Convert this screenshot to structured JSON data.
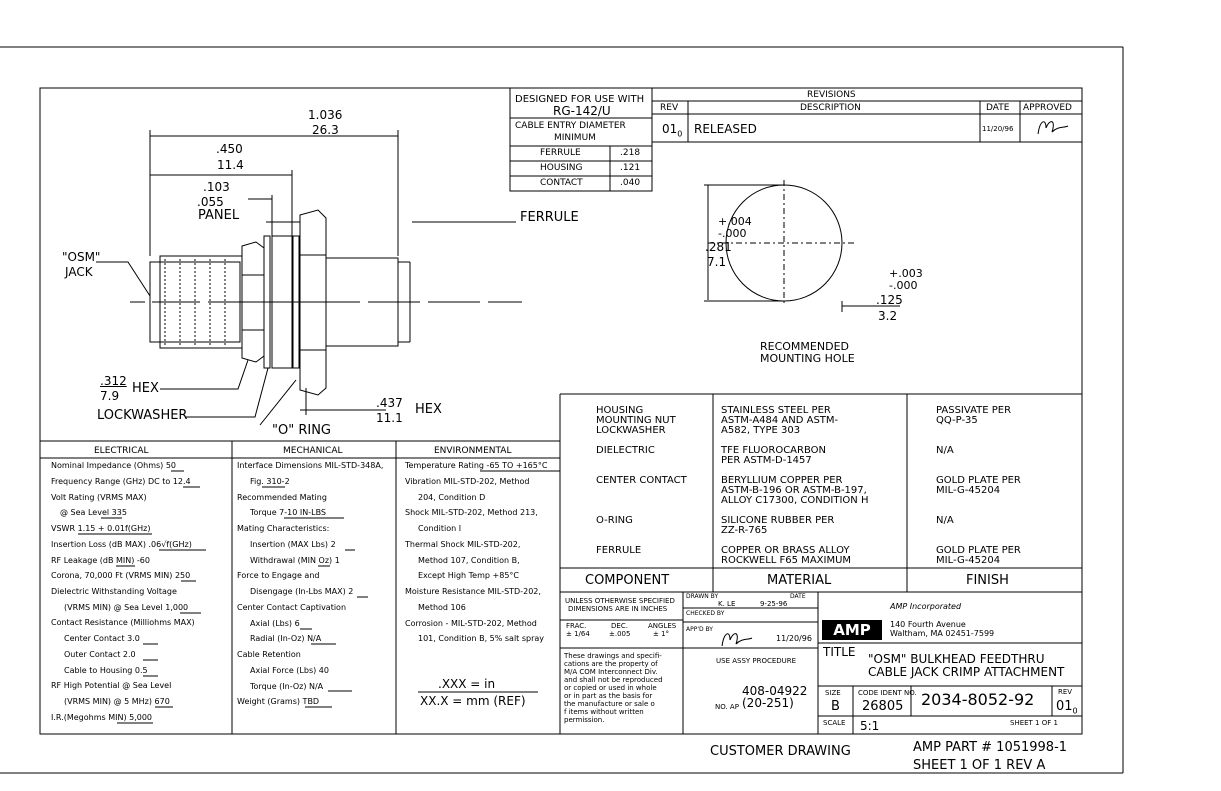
{
  "drawing": {
    "dim_overall": "1.036",
    "dim_overall_mm": "26.3",
    "dim_450": ".450",
    "dim_450_mm": "11.4",
    "dim_103": ".103",
    "dim_055": ".055",
    "panel": "PANEL",
    "ferrule": "FERRULE",
    "osm_jack_1": "\"OSM\"",
    "osm_jack_2": "JACK",
    "hex312": ".312",
    "hex312_mm": "7.9",
    "hex_label": "HEX",
    "lockwasher": "LOCKWASHER",
    "hex437": ".437",
    "hex437_mm": "11.1",
    "hex_label2": "HEX",
    "o_ring": "\"O\" RING"
  },
  "cable_table": {
    "designed_1": "DESIGNED FOR USE WITH",
    "designed_2": "RG-142/U",
    "entry_1": "CABLE ENTRY DIAMETER",
    "entry_2": "MINIMUM",
    "rows": [
      {
        "name": "FERRULE",
        "value": ".218"
      },
      {
        "name": "HOUSING",
        "value": ".121"
      },
      {
        "name": "CONTACT",
        "value": ".040"
      }
    ]
  },
  "revisions": {
    "title": "REVISIONS",
    "h_rev": "REV",
    "h_desc": "DESCRIPTION",
    "h_date": "DATE",
    "h_approved": "APPROVED",
    "rev": "01",
    "rev_sub": "0",
    "desc": "RELEASED",
    "date": "11/20/96"
  },
  "mounting_hole": {
    "tol_plus": "+.004",
    "tol_minus": "-.000",
    "dia": ".281",
    "dia_mm": "7.1",
    "tol2_plus": "+.003",
    "tol2_minus": "-.000",
    "web": ".125",
    "web_mm": "3.2",
    "label_1": "RECOMMENDED",
    "label_2": "MOUNTING HOLE"
  },
  "materials": {
    "rows": [
      {
        "component": [
          "HOUSING",
          "MOUNTING NUT",
          "LOCKWASHER"
        ],
        "material": [
          "STAINLESS STEEL PER",
          "ASTM-A484 AND ASTM-",
          "A582, TYPE 303"
        ],
        "finish": [
          "PASSIVATE PER",
          "QQ-P-35"
        ]
      },
      {
        "component": [
          "DIELECTRIC"
        ],
        "material": [
          "TFE FLUOROCARBON",
          "PER ASTM-D-1457"
        ],
        "finish": [
          "N/A"
        ]
      },
      {
        "component": [
          "CENTER CONTACT"
        ],
        "material": [
          "BERYLLIUM COPPER PER",
          "ASTM-B-196 OR ASTM-B-197,",
          "ALLOY C17300, CONDITION H"
        ],
        "finish": [
          "GOLD PLATE PER",
          "MIL-G-45204"
        ]
      },
      {
        "component": [
          "O-RING"
        ],
        "material": [
          "SILICONE RUBBER PER",
          "ZZ-R-765"
        ],
        "finish": [
          "N/A"
        ]
      },
      {
        "component": [
          "FERRULE"
        ],
        "material": [
          "COPPER OR BRASS ALLOY",
          "ROCKWELL F65 MAXIMUM"
        ],
        "finish": [
          "GOLD PLATE PER",
          "MIL-G-45204"
        ]
      }
    ],
    "h_component": "COMPONENT",
    "h_material": "MATERIAL",
    "h_finish": "FINISH"
  },
  "electrical": {
    "title": "ELECTRICAL",
    "lines": [
      "Nominal Impedance (Ohms)   50",
      "Frequency Range (GHz) DC to 12.4",
      "Volt Rating (VRMS MAX)",
      "@ Sea Level   335",
      "VSWR   1.15 + 0.01f(GHz)",
      "Insertion Loss (dB MAX) .06√f(GHz)",
      "RF Leakage (dB MIN)   -60",
      "Corona, 70,000 Ft (VRMS MIN) 250",
      "Dielectric Withstanding Voltage",
      "(VRMS MIN) @ Sea Level   1,000",
      "Contact Resistance (Milliohms MAX)",
      "Center Contact    3.0",
      "Outer Contact    2.0",
      "Cable to Housing   0.5",
      "RF High Potential @ Sea Level",
      "(VRMS MIN) @ 5 MHz)   670",
      "I.R.(Megohms MIN)   5,000"
    ]
  },
  "mechanical": {
    "title": "MECHANICAL",
    "lines": [
      "Interface Dimensions MIL-STD-348A,",
      "Fig.   310-2",
      "Recommended Mating",
      "Torque   7-10 IN-LBS",
      "Mating Characteristics:",
      "Insertion (MAX Lbs)   2",
      "Withdrawal (MIN Oz)   1",
      "Force to Engage and",
      "Disengage (In-Lbs MAX)   2",
      "Center Contact Captivation",
      "Axial (Lbs)   6",
      "Radial (In-Oz)   N/A",
      "Cable Retention",
      "Axial Force (Lbs) 40",
      "Torque (In-Oz)   N/A",
      "Weight (Grams)   TBD"
    ]
  },
  "environmental": {
    "title": "ENVIRONMENTAL",
    "lines": [
      "Temperature Rating -65 TO +165°C",
      "Vibration MIL-STD-202, Method",
      "204, Condition D",
      "Shock MIL-STD-202, Method 213,",
      "Condition I",
      "Thermal Shock MIL-STD-202,",
      "Method 107, Condition B,",
      "Except High Temp +85°C",
      "Moisture Resistance MIL-STD-202,",
      "Method 106",
      "Corrosion - MIL-STD-202, Method",
      "101, Condition B, 5% salt spray"
    ],
    "xxx": ".XXX  =  in",
    "xx": "XX.X  =  mm  (REF)"
  },
  "title_block": {
    "unless_1": "UNLESS OTHERWISE SPECIFIED",
    "unless_2": "DIMENSIONS ARE IN INCHES",
    "frac": "FRAC.",
    "dec": "DEC.",
    "angles": "ANGLES",
    "frac_v": "± 1/64",
    "dec_v": "±.005",
    "angles_v": "± 1°",
    "drawn_by": "DRAWN BY",
    "drawn_name": "K. LE",
    "date_label": "DATE",
    "drawn_date": "9-25-96",
    "checked_by": "CHECKED BY",
    "appd_by": "APP'D BY",
    "appd_date": "11/20/96",
    "prop": [
      "These drawings and specifi-",
      "cations are the property of",
      "M/A COM Interconnect Div.",
      "and shall not be reproduced",
      "or copied or used in whole",
      "or in part as the basis for",
      "the manufacture or sale o",
      "f items without written",
      "permission."
    ],
    "use_assy": "USE ASSY PROCEDURE",
    "assy_no": "408-04922",
    "no_ap": "NO. AP",
    "assy_rev": "(20-251)",
    "amp_logo": "AMP",
    "company": "AMP Incorporated",
    "addr_1": "140 Fourth Avenue",
    "addr_2": "Waltham, MA 02451-7599",
    "title_label": "TITLE",
    "title_1": "\"OSM\" BULKHEAD FEEDTHRU",
    "title_2": "CABLE JACK CRIMP ATTACHMENT",
    "size_label": "SIZE",
    "size": "B",
    "code_label": "CODE IDENT NO.",
    "code": "26805",
    "part": "2034-8052-92",
    "rev_label": "REV",
    "rev": "01",
    "rev_sub": "0",
    "scale_label": "SCALE",
    "scale": "5:1",
    "sheet": "SHEET  1  OF  1"
  },
  "footer": {
    "customer": "CUSTOMER DRAWING",
    "amp_part": "AMP PART # 1051998-1",
    "sheet": "SHEET 1 OF 1  REV A"
  }
}
